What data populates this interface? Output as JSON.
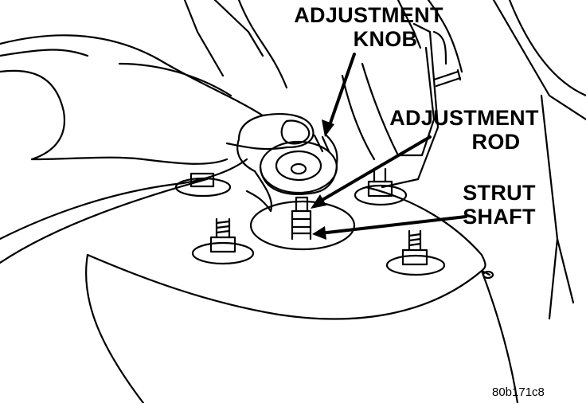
{
  "labels": {
    "adjustment_knob": [
      "ADJUSTMENT",
      "KNOB"
    ],
    "adjustment_rod": [
      "ADJUSTMENT",
      "ROD"
    ],
    "strut_shaft": [
      "STRUT",
      "SHAFT"
    ]
  },
  "figure_id": "80b171c8",
  "colors": {
    "ink": "#000000",
    "paper": "#ffffff"
  }
}
